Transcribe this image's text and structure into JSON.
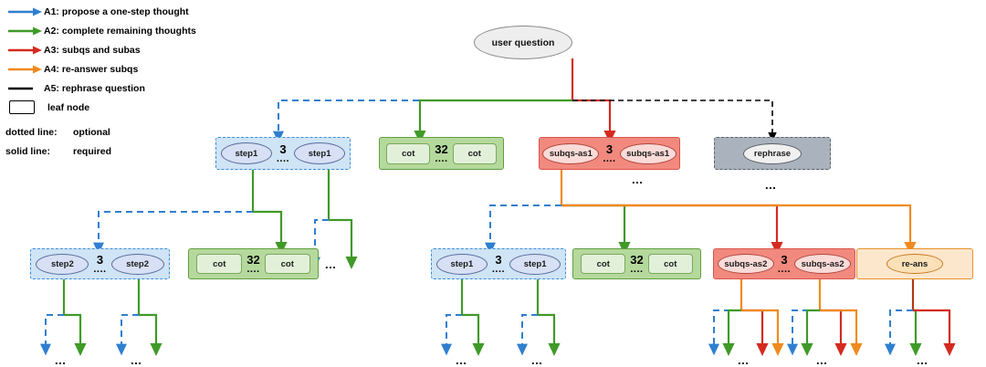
{
  "legend": {
    "actions": [
      {
        "id": "A1",
        "label": "A1: propose a one-step thought",
        "color": "#2f7fd0",
        "style": "solid"
      },
      {
        "id": "A2",
        "label": "A2: complete remaining thoughts",
        "color": "#3f9a28",
        "style": "solid"
      },
      {
        "id": "A3",
        "label": "A3: subqs and subas",
        "color": "#d42a20",
        "style": "solid"
      },
      {
        "id": "A4",
        "label": "A4: re-answer subqs",
        "color": "#f08a1e",
        "style": "solid"
      },
      {
        "id": "A5",
        "label": "A5: rephrase question",
        "color": "#000000",
        "style": "solid"
      }
    ],
    "leaf_label": "leaf node",
    "notes": [
      {
        "key": "dotted line:",
        "value": "optional"
      },
      {
        "key": "solid line:",
        "value": "required"
      }
    ]
  },
  "root": {
    "label": "user question"
  },
  "level1": [
    {
      "name": "step1-group-l1",
      "type": "blue",
      "node_label": "step1",
      "count": "3",
      "dots": "...."
    },
    {
      "name": "cot-group-l1",
      "type": "green",
      "node_label": "cot",
      "count": "32",
      "dots": "...."
    },
    {
      "name": "subqs-as1-group-l1",
      "type": "red",
      "node_label": "subqs-as1",
      "count": "3",
      "dots": "...."
    },
    {
      "name": "rephrase-group-l1",
      "type": "gray",
      "node_label": "rephrase",
      "count": "",
      "dots": ""
    }
  ],
  "level2": [
    {
      "name": "step2-group",
      "type": "blue",
      "node_label": "step2",
      "count": "3",
      "dots": "...."
    },
    {
      "name": "cot-group-l2-left",
      "type": "green",
      "node_label": "cot",
      "count": "32",
      "dots": "...."
    },
    {
      "name": "step1-group-l2",
      "type": "blue",
      "node_label": "step1",
      "count": "3",
      "dots": "...."
    },
    {
      "name": "cot-group-l2-right",
      "type": "green",
      "node_label": "cot",
      "count": "32",
      "dots": "...."
    },
    {
      "name": "subqs-as2-group",
      "type": "red",
      "node_label": "subqs-as2",
      "count": "3",
      "dots": "...."
    },
    {
      "name": "re-ans-group",
      "type": "cream",
      "node_label": "re-ans",
      "count": "",
      "dots": ""
    }
  ],
  "ellipses": {
    "under_subqs_as1": "...",
    "under_rephrase": "...",
    "after_cot_l2_left": "...",
    "leaf_1": "...",
    "leaf_2": "...",
    "leaf_3": "...",
    "leaf_4": "...",
    "leaf_5": "...",
    "leaf_6": "...",
    "leaf_7": "..."
  },
  "colors": {
    "a1_blue": "#2f7fd0",
    "a2_green": "#3f9a28",
    "a3_red": "#d42a20",
    "a4_orange": "#f08a1e",
    "a5_black": "#000000",
    "group_blue_fill": "#cfe4f5",
    "group_green_fill": "#b5d99c",
    "group_red_fill": "#f2897e",
    "group_gray_fill": "#a9b2bd",
    "group_cream_fill": "#fce7cd"
  }
}
